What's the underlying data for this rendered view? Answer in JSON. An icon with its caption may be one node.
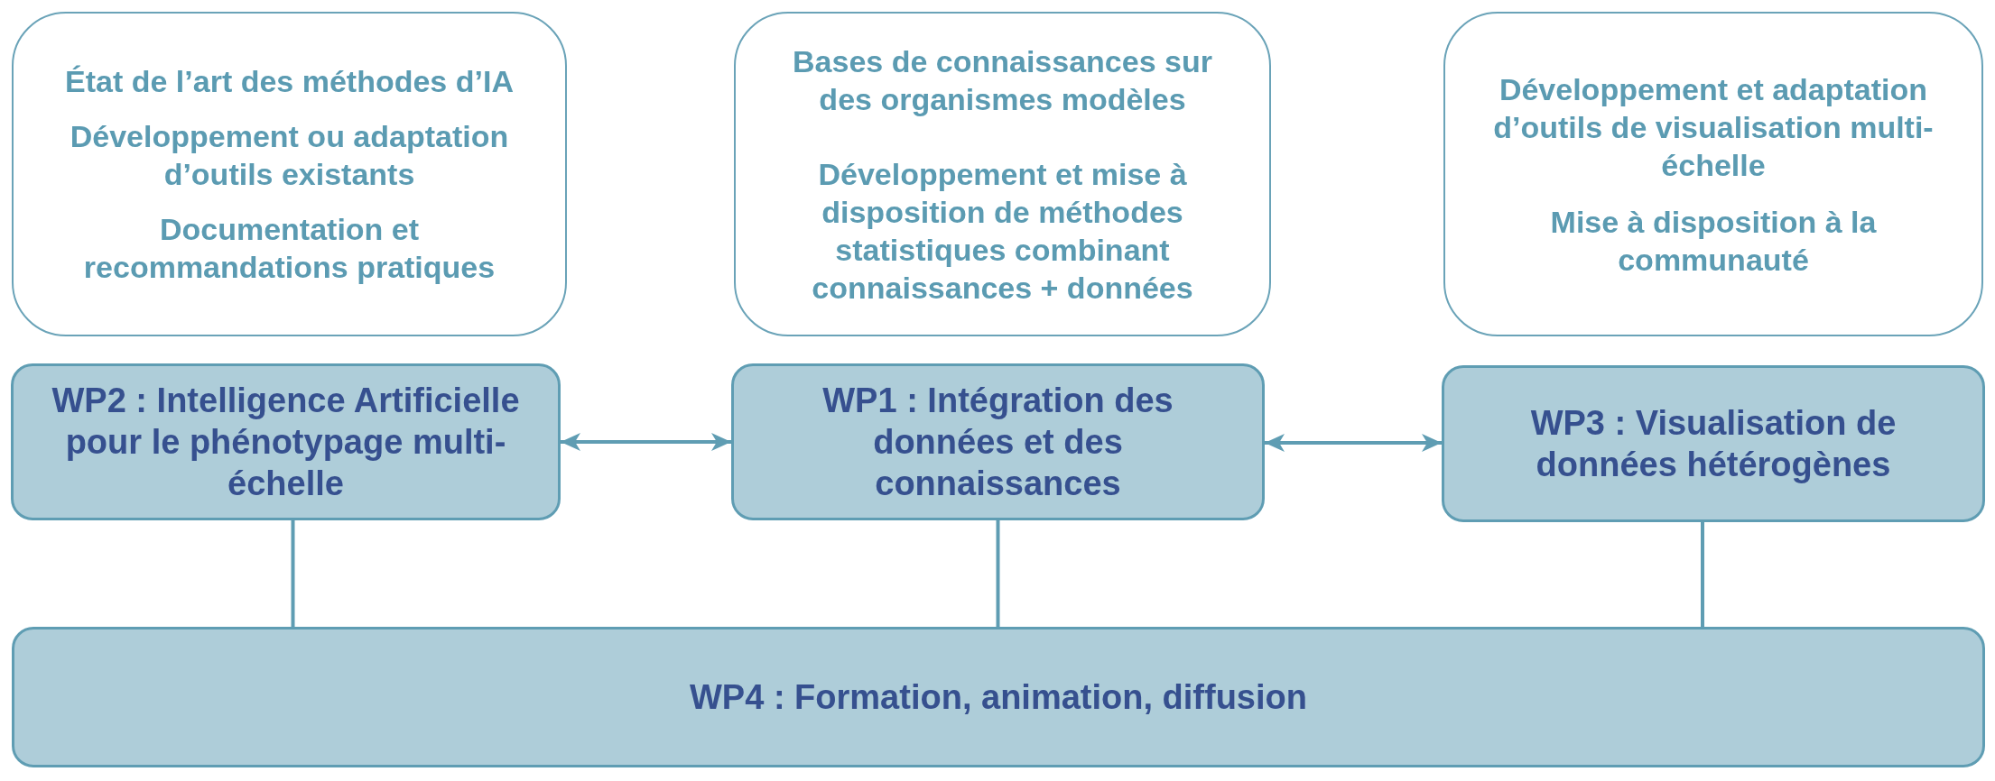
{
  "diagram": {
    "nodes": [
      {
        "text": [
          "État de l’art des méthodes d’IA",
          "Développement ou adaptation d’outils existants",
          "Documentation et recommandations pratiques"
        ]
      },
      {
        "text": [
          "Bases de connaissances sur des organismes modèles",
          "Développement et mise à disposition de méthodes statistiques combinant connaissances + données"
        ]
      },
      {
        "text": [
          "Développement et adaptation d’outils de visualisation multi-échelle",
          "Mise à disposition à la communauté"
        ]
      },
      {
        "text": [
          "WP2 : Intelligence Artificielle pour le phénotypage multi-échelle"
        ]
      },
      {
        "text": [
          "WP1 : Intégration des données et des connaissances"
        ]
      },
      {
        "text": [
          "WP3 : Visualisation de données hétérogènes"
        ]
      },
      {
        "text": [
          "WP4 : Formation, animation, diffusion"
        ]
      }
    ],
    "edges": [
      {
        "from": 3,
        "to": 4,
        "arrow": "both"
      },
      {
        "from": 4,
        "to": 5,
        "arrow": "both"
      },
      {
        "from": 3,
        "to": 6,
        "arrow": "none"
      },
      {
        "from": 4,
        "to": 6,
        "arrow": "none"
      },
      {
        "from": 5,
        "to": 6,
        "arrow": "none"
      }
    ]
  }
}
